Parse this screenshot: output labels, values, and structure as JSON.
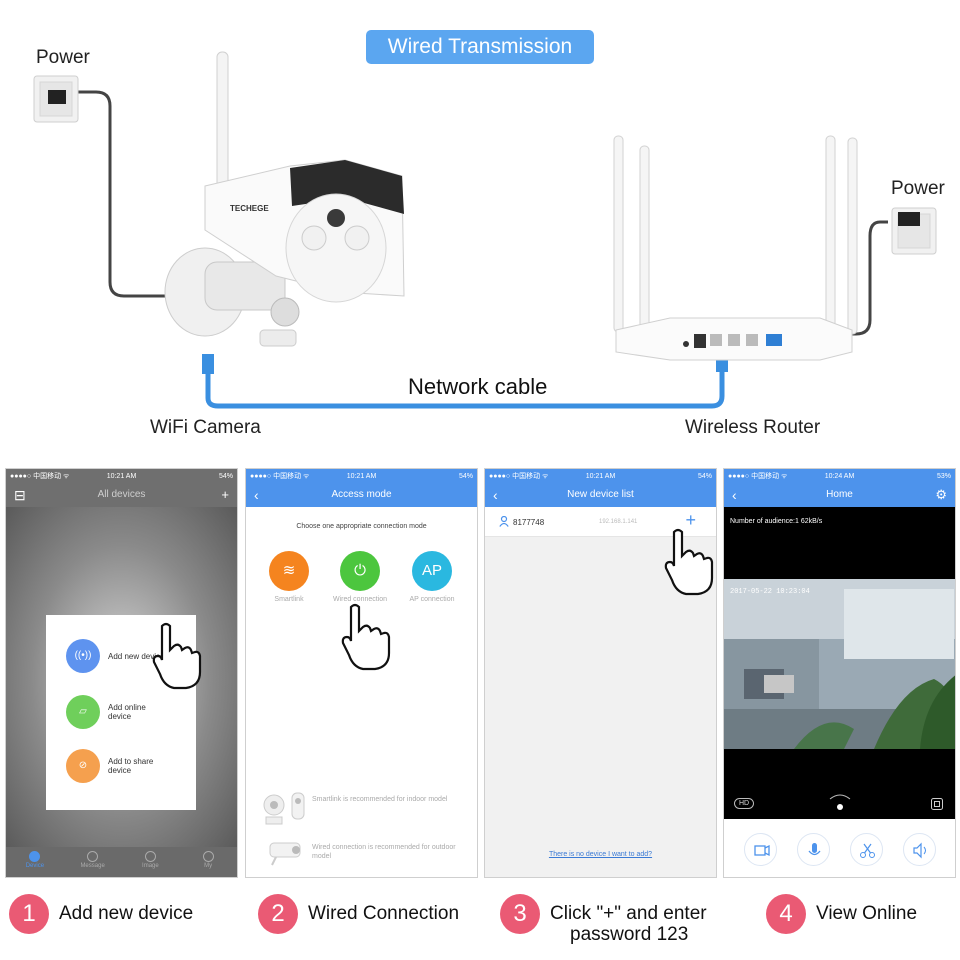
{
  "diagram": {
    "title": "Wired Transmission",
    "power_left": "Power",
    "power_right": "Power",
    "camera_label": "WiFi Camera",
    "router_label": "Wireless Router",
    "cable_label": "Network cable",
    "camera_brand": "TECHEGE"
  },
  "phones": {
    "status": {
      "carrier": "●●●●○ 中国移动 ᯤ",
      "time_a": "10:21 AM",
      "time_b": "10:24 AM",
      "battery_a": "54%",
      "battery_b": "53%"
    },
    "p1": {
      "title": "All devices",
      "items": [
        "Add new device",
        "Add online device",
        "Add to share device"
      ],
      "tabs": [
        "Device",
        "Message",
        "Image",
        "My"
      ]
    },
    "p2": {
      "title": "Access mode",
      "subtitle": "Choose one appropriate connection mode",
      "modes": [
        "Smartlink",
        "Wired connection",
        "AP connection"
      ],
      "ap_text": "AP",
      "rec1": "Smartlink is recommended for indoor model",
      "rec2": "Wired connection is recommended for outdoor model"
    },
    "p3": {
      "title": "New device list",
      "device_id": "8177748",
      "device_ip": "192.168.1.141",
      "plus": "+",
      "no_device": "There is no device I want to add?"
    },
    "p4": {
      "title": "Home",
      "audience": "Number of audience:1   62kB/s",
      "timestamp": "2017-05-22  10:23:04",
      "hd": "HD"
    }
  },
  "steps": [
    {
      "num": "1",
      "text": "Add new device"
    },
    {
      "num": "2",
      "text": "Wired Connection"
    },
    {
      "num": "3",
      "text": "Click \"+\" and enter",
      "text2": "password 123"
    },
    {
      "num": "4",
      "text": "View Online"
    }
  ],
  "colors": {
    "accent": "#4d93ec",
    "step": "#ea5a74",
    "cable": "#3a8fe0",
    "pill": "#5ba6f0"
  }
}
